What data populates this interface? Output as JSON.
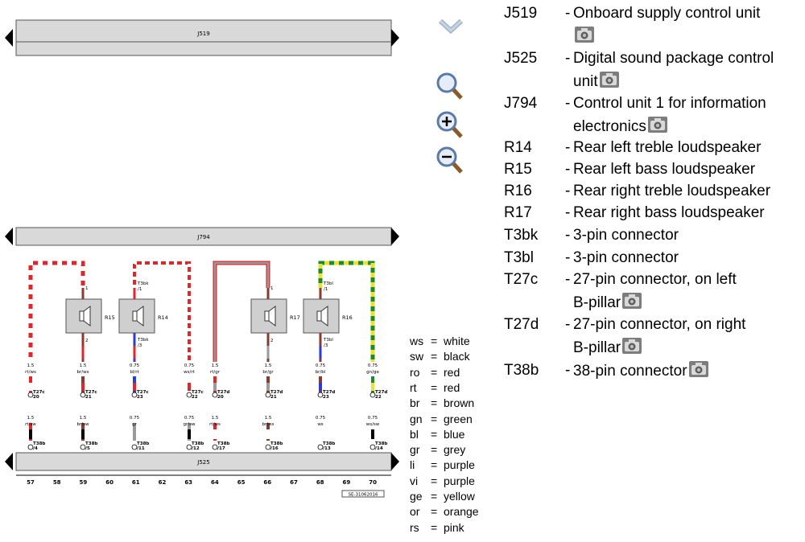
{
  "diagram": {
    "bars": {
      "j519": "J519",
      "j794": "J794",
      "j525": "J525"
    },
    "speakers": [
      "R15",
      "R14",
      "R17",
      "R16"
    ],
    "connector_labels": {
      "t3bk": "T3bk",
      "t3bl": "T3bl",
      "pins_top": [
        "1",
        "2",
        "/1",
        "/3",
        "1",
        "2",
        "/1",
        "/3"
      ]
    },
    "wire_size_row1": [
      "1.5",
      "1.5",
      "0.75",
      "0.75",
      "1.5",
      "1.5",
      "0.75",
      "0.75"
    ],
    "wire_color_row1": [
      "rt/ws",
      "br/ws",
      "bl/rt",
      "ws/rt",
      "rt/gr",
      "br/gr",
      "br/bl",
      "gn/ge"
    ],
    "conn_t27": [
      "T27c",
      "T27c",
      "T27c",
      "T27c",
      "T27d",
      "T27d",
      "T27d",
      "T27d"
    ],
    "conn_t27_pins": [
      "20",
      "21",
      "23",
      "22",
      "20",
      "21",
      "23",
      "22"
    ],
    "wire_size_row2": [
      "1.5",
      "1.5",
      "0.75",
      "0.75",
      "1.5",
      "1.5",
      "0.75",
      "0.75"
    ],
    "wire_color_row2": [
      "rt/sw",
      "br/sw",
      "gr",
      "gr/sw",
      "rt/ws",
      "br/ws",
      "ws",
      "ws/sw"
    ],
    "conn_t38": [
      "T38b",
      "T38b",
      "T38b",
      "T38b",
      "T38b",
      "T38b",
      "T38b",
      "T38b"
    ],
    "conn_t38_pins": [
      "/4",
      "/5",
      "/11",
      "/12",
      "/17",
      "/16",
      "/13",
      "/14"
    ],
    "scale": [
      "57",
      "58",
      "59",
      "60",
      "61",
      "62",
      "63",
      "64",
      "65",
      "66",
      "67",
      "68",
      "69",
      "70"
    ],
    "ref_code": "SE-31062016"
  },
  "toolbar": {
    "icons": [
      "chevron-down-icon",
      "magnifier-icon",
      "zoom-in-icon",
      "zoom-out-icon"
    ]
  },
  "color_key": [
    {
      "abbr": "ws",
      "name": "white"
    },
    {
      "abbr": "sw",
      "name": "black"
    },
    {
      "abbr": "ro",
      "name": "red"
    },
    {
      "abbr": "rt",
      "name": "red"
    },
    {
      "abbr": "br",
      "name": "brown"
    },
    {
      "abbr": "gn",
      "name": "green"
    },
    {
      "abbr": "bl",
      "name": "blue"
    },
    {
      "abbr": "gr",
      "name": "grey"
    },
    {
      "abbr": "li",
      "name": "purple"
    },
    {
      "abbr": "vi",
      "name": "purple"
    },
    {
      "abbr": "ge",
      "name": "yellow"
    },
    {
      "abbr": "or",
      "name": "orange"
    },
    {
      "abbr": "rs",
      "name": "pink"
    }
  ],
  "legend": [
    {
      "code": "J519",
      "desc": "Onboard supply control unit",
      "desc2": "",
      "camera": true
    },
    {
      "code": "J525",
      "desc": "Digital sound package control",
      "desc2": "unit",
      "camera": true
    },
    {
      "code": "J794",
      "desc": "Control unit 1 for information",
      "desc2": "electronics",
      "camera": true
    },
    {
      "code": "R14",
      "desc": "Rear left treble loudspeaker",
      "desc2": "",
      "camera": false
    },
    {
      "code": "R15",
      "desc": "Rear left bass loudspeaker",
      "desc2": "",
      "camera": false
    },
    {
      "code": "R16",
      "desc": "Rear right treble loudspeaker",
      "desc2": "",
      "camera": false
    },
    {
      "code": "R17",
      "desc": "Rear right bass loudspeaker",
      "desc2": "",
      "camera": false
    },
    {
      "code": "T3bk",
      "desc": "3-pin connector",
      "desc2": "",
      "camera": false
    },
    {
      "code": "T3bl",
      "desc": "3-pin connector",
      "desc2": "",
      "camera": false
    },
    {
      "code": "T27c",
      "desc": "27-pin connector, on left",
      "desc2": "B-pillar",
      "camera": true
    },
    {
      "code": "T27d",
      "desc": "27-pin connector, on right",
      "desc2": "B-pillar",
      "camera": true
    },
    {
      "code": "T38b",
      "desc": "38-pin connector",
      "desc2": "",
      "camera": true
    }
  ],
  "colors": {
    "red": "#e0262b",
    "grey": "#9a9a9a",
    "blue": "#2a3bd6",
    "green": "#1f8a2a",
    "yellow": "#e8e236",
    "brown": "#8b3a2e",
    "black": "#000000",
    "bar": "#d9d9d9"
  }
}
